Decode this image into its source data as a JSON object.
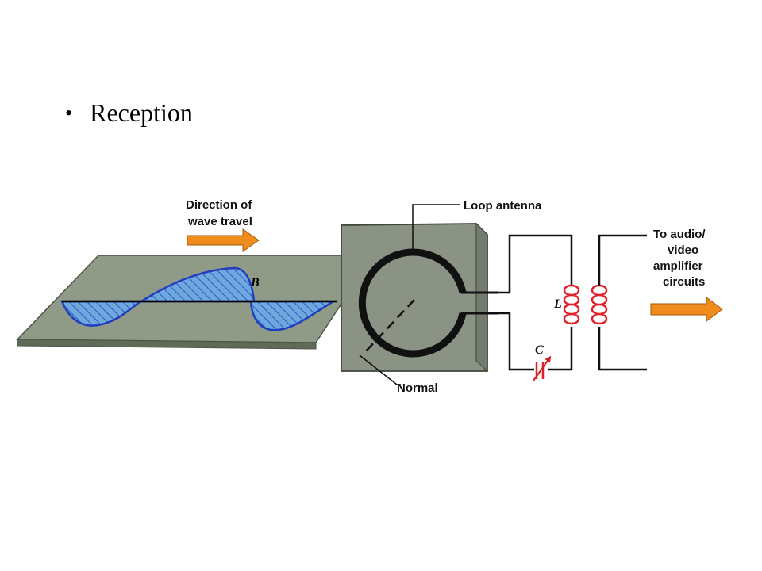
{
  "slide": {
    "bullet": "•",
    "title": "Reception"
  },
  "diagram": {
    "labels": {
      "direction_line1": "Direction of",
      "direction_line2": "wave travel",
      "loop_antenna": "Loop antenna",
      "normal": "Normal",
      "field_symbol": "B",
      "inductor_symbol": "L",
      "capacitor_symbol": "C",
      "output_line1": "To audio/",
      "output_line2": "video",
      "output_line3": "amplifier",
      "output_line4": "circuits"
    },
    "colors": {
      "wave_fill": "#5b9bd5",
      "wave_stroke": "#1f3fbf",
      "plane": "#8f9a87",
      "antenna_panel": "#8a9384",
      "coil": "#e0202a",
      "arrow": "#f08c1e",
      "wire": "#000000"
    }
  }
}
